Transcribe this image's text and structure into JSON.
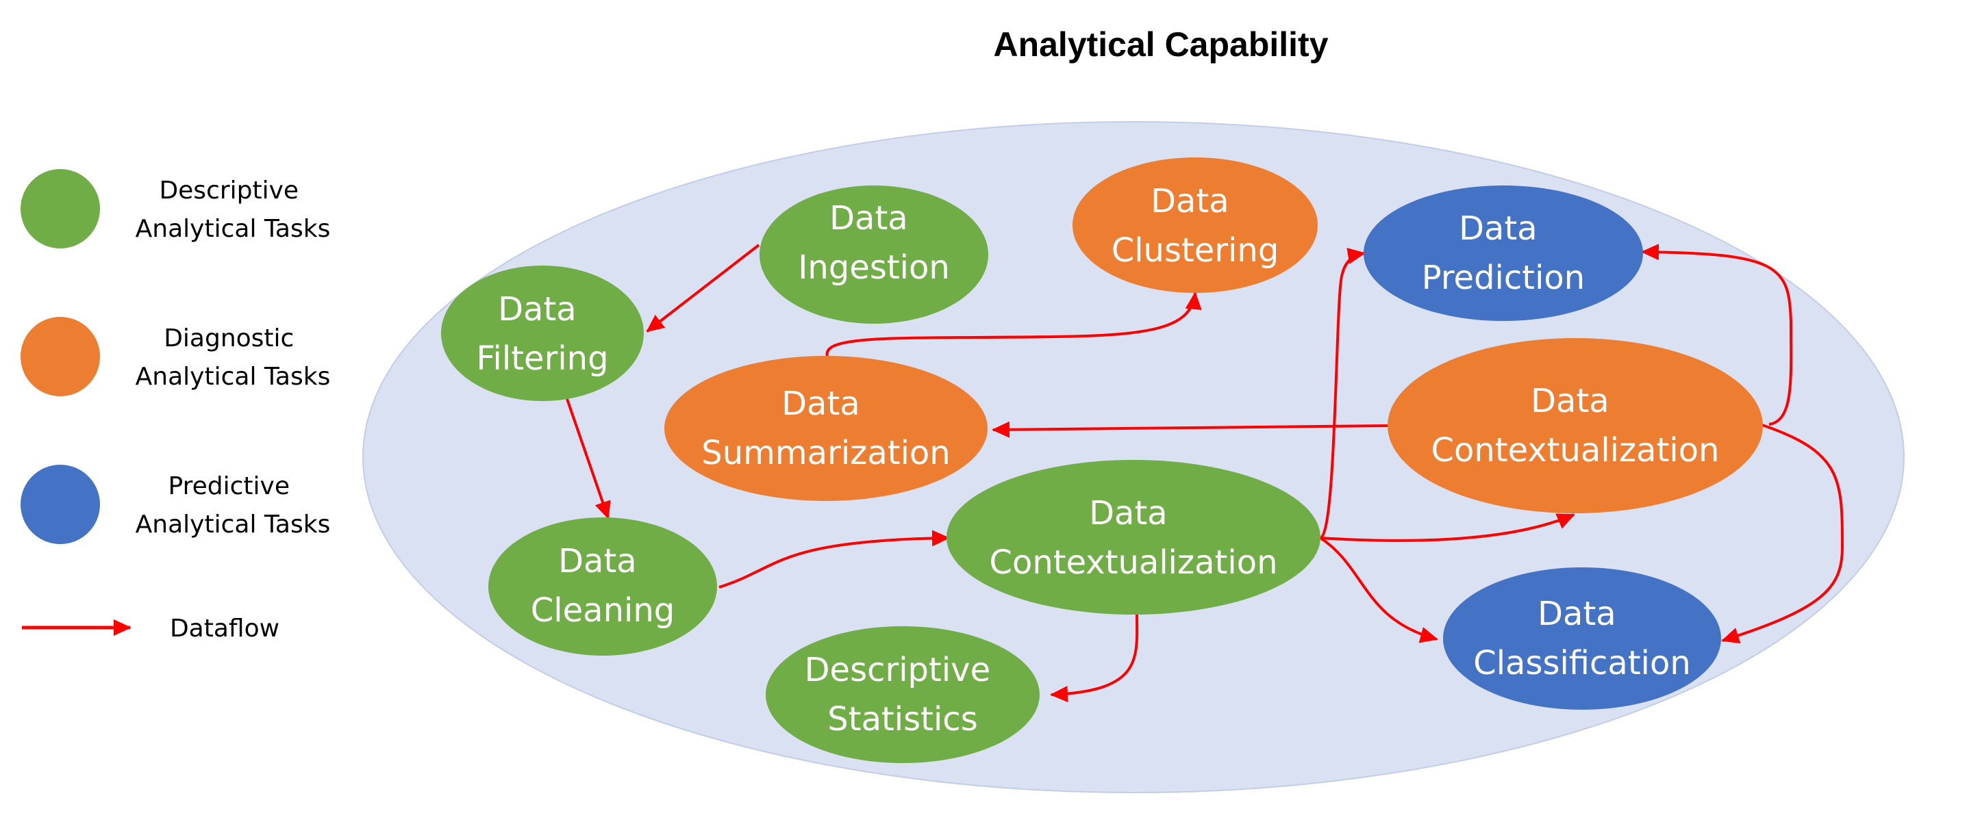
{
  "title": "Analytical Capability",
  "colors": {
    "descriptive": "#70AD47",
    "diagnostic": "#ED7D31",
    "predictive": "#4472C4",
    "dataflow": "#FF0000",
    "capability_area": "#DAE1F2"
  },
  "legend": {
    "descriptive": {
      "line1": "Descriptive",
      "line2": "Analytical Tasks"
    },
    "diagnostic": {
      "line1": "Diagnostic",
      "line2": "Analytical Tasks"
    },
    "predictive": {
      "line1": "Predictive",
      "line2": "Analytical Tasks"
    },
    "dataflow": {
      "label": "Dataflow"
    }
  },
  "nodes": {
    "ingestion": {
      "line1": "Data",
      "line2": "Ingestion",
      "category": "descriptive"
    },
    "filtering": {
      "line1": "Data",
      "line2": "Filtering",
      "category": "descriptive"
    },
    "cleaning": {
      "line1": "Data",
      "line2": "Cleaning",
      "category": "descriptive"
    },
    "contextualization_descriptive": {
      "line1": "Data",
      "line2": "Contextualization",
      "category": "descriptive"
    },
    "descriptive_statistics": {
      "line1": "Descriptive",
      "line2": "Statistics",
      "category": "descriptive"
    },
    "clustering": {
      "line1": "Data",
      "line2": "Clustering",
      "category": "diagnostic"
    },
    "summarization": {
      "line1": "Data",
      "line2": "Summarization",
      "category": "diagnostic"
    },
    "contextualization_diagnostic": {
      "line1": "Data",
      "line2": "Contextualization",
      "category": "diagnostic"
    },
    "prediction": {
      "line1": "Data",
      "line2": "Prediction",
      "category": "predictive"
    },
    "classification": {
      "line1": "Data",
      "line2": "Classification",
      "category": "predictive"
    }
  },
  "edges": [
    {
      "from": "ingestion",
      "to": "filtering"
    },
    {
      "from": "filtering",
      "to": "cleaning"
    },
    {
      "from": "cleaning",
      "to": "contextualization_descriptive"
    },
    {
      "from": "contextualization_descriptive",
      "to": "descriptive_statistics"
    },
    {
      "from": "contextualization_descriptive",
      "to": "prediction"
    },
    {
      "from": "contextualization_descriptive",
      "to": "contextualization_diagnostic"
    },
    {
      "from": "contextualization_descriptive",
      "to": "classification"
    },
    {
      "from": "summarization",
      "to": "clustering"
    },
    {
      "from": "contextualization_diagnostic",
      "to": "summarization"
    },
    {
      "from": "contextualization_diagnostic",
      "to": "prediction"
    },
    {
      "from": "contextualization_diagnostic",
      "to": "classification"
    }
  ]
}
